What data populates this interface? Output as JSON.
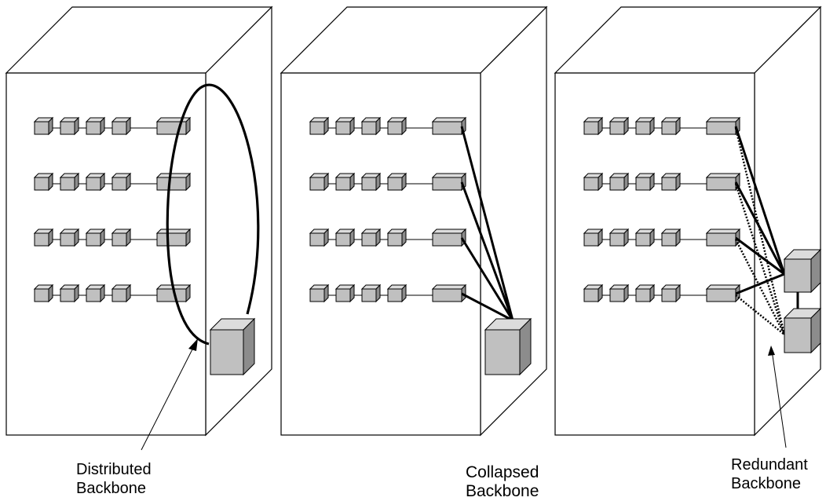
{
  "diagram": {
    "panels": [
      {
        "id": "distributed",
        "label_line1": "Distributed",
        "label_line2": "Backbone"
      },
      {
        "id": "collapsed",
        "label_line1": "Collapsed",
        "label_line2": "Backbone"
      },
      {
        "id": "redundant",
        "label_line1": "Redundant",
        "label_line2": "Backbone"
      }
    ],
    "floors": 4,
    "hosts_per_floor": 4,
    "colors": {
      "device_face": "#c0c0c0",
      "device_top": "#dcdcdc",
      "device_side": "#8c8c8c",
      "stroke": "#000000"
    }
  }
}
